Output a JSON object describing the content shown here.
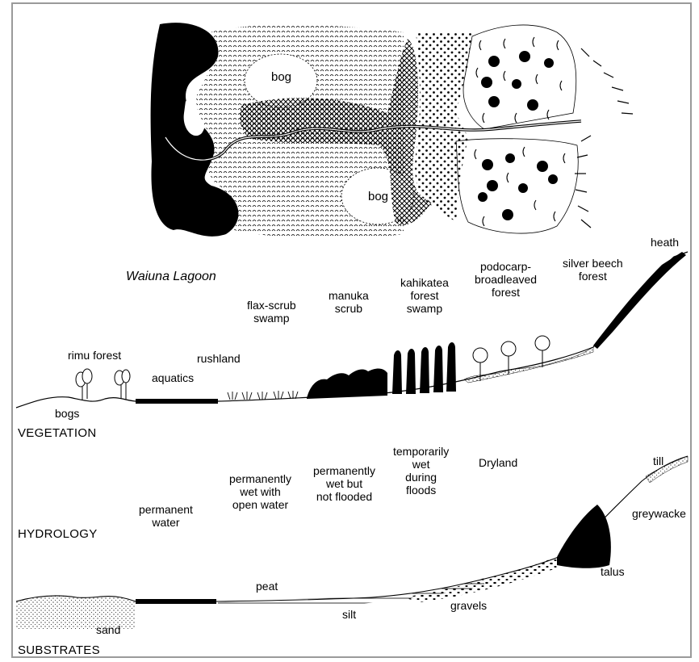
{
  "map": {
    "bog_upper": "bog",
    "bog_lower": "bog"
  },
  "vegetation": {
    "title": "Waiuna Lagoon",
    "section_label": "VEGETATION",
    "labels": {
      "heath": "heath",
      "silver_beech": [
        "silver beech",
        "forest"
      ],
      "podocarp": [
        "podocarp-",
        "broadleaved",
        "forest"
      ],
      "kahikatea": [
        "kahikatea",
        "forest",
        "swamp"
      ],
      "manuka": [
        "manuka",
        "scrub"
      ],
      "flax_scrub": [
        "flax-scrub",
        "swamp"
      ],
      "rimu": "rimu forest",
      "rushland": "rushland",
      "aquatics": "aquatics",
      "bogs": "bogs"
    }
  },
  "hydrology": {
    "section_label": "HYDROLOGY",
    "labels": {
      "permanent_water": [
        "permanent",
        "water"
      ],
      "open_water": [
        "permanently",
        "wet with",
        "open water"
      ],
      "not_flooded": [
        "permanently",
        "wet but",
        "not flooded"
      ],
      "temporarily": [
        "temporarily",
        "wet",
        "during",
        "floods"
      ],
      "dryland": "Dryland"
    }
  },
  "substrates": {
    "section_label": "SUBSTRATES",
    "labels": {
      "till": "till",
      "greywacke": "greywacke",
      "talus": "talus",
      "peat": "peat",
      "gravels": "gravels",
      "silt": "silt",
      "sand": "sand"
    }
  }
}
